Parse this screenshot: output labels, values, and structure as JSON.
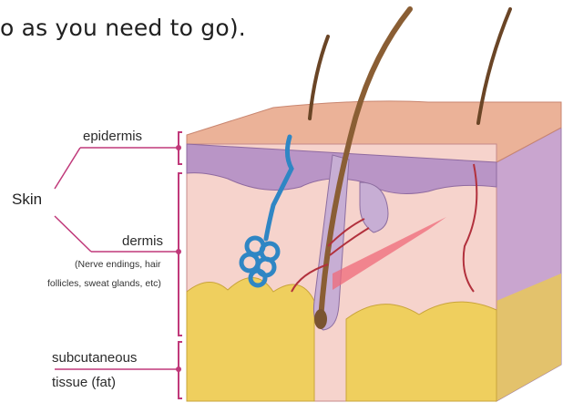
{
  "heading_fragment": "o as you need to go).",
  "labels": {
    "skin": "Skin",
    "epidermis": "epidermis",
    "dermis": "dermis",
    "dermis_note_line1": "(Nerve endings, hair",
    "dermis_note_line2": "follicles, sweat glands, etc)",
    "subcutaneous_line1": "subcutaneous",
    "subcutaneous_line2": "tissue (fat)"
  },
  "colors": {
    "bracket": "#c0397a",
    "epidermis_top": "#e9a98c",
    "epidermis_layer": "#b995c6",
    "dermis": "#f6d3cc",
    "fat": "#efcf5e",
    "gland": "#2f86c4",
    "hair": "#7a5431",
    "nerve": "#b2313d"
  }
}
